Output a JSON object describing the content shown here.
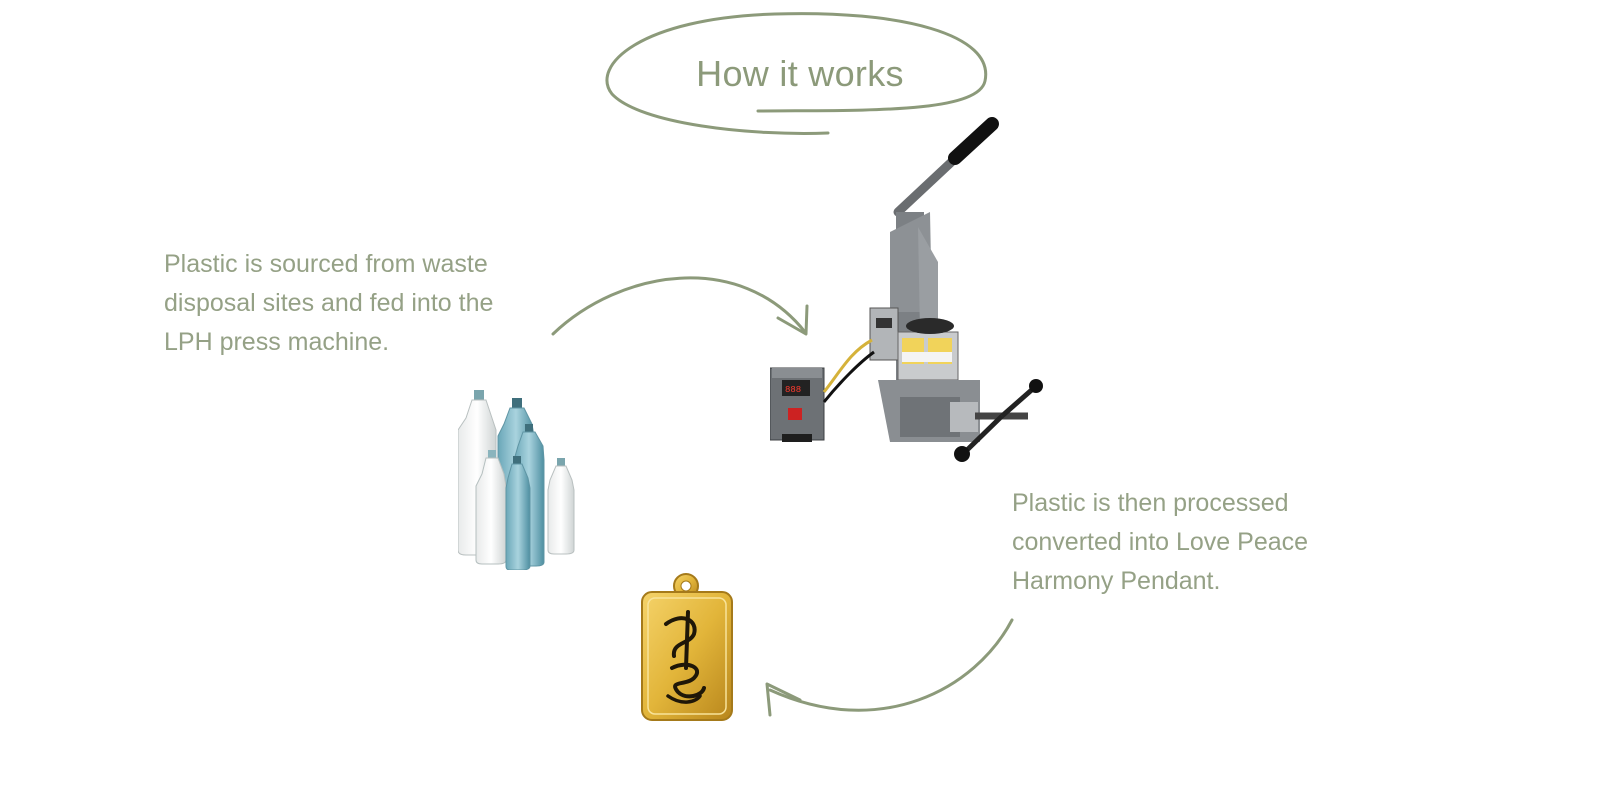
{
  "title": "How it works",
  "steps": [
    {
      "text": "Plastic is sourced from waste disposal sites and fed into the LPH press machine."
    },
    {
      "text": "Plastic is then processed converted into Love Peace Harmony Pendant."
    }
  ],
  "colors": {
    "accent": "#8c9a7a",
    "text": "#95a186",
    "pendant_gold": "#e2b53a"
  },
  "icons": {
    "bottles": "plastic-bottles-image",
    "machine": "press-machine-image",
    "pendant": "gold-pendant-image",
    "arrow_1": "curved-arrow-icon",
    "arrow_2": "curved-arrow-icon"
  }
}
